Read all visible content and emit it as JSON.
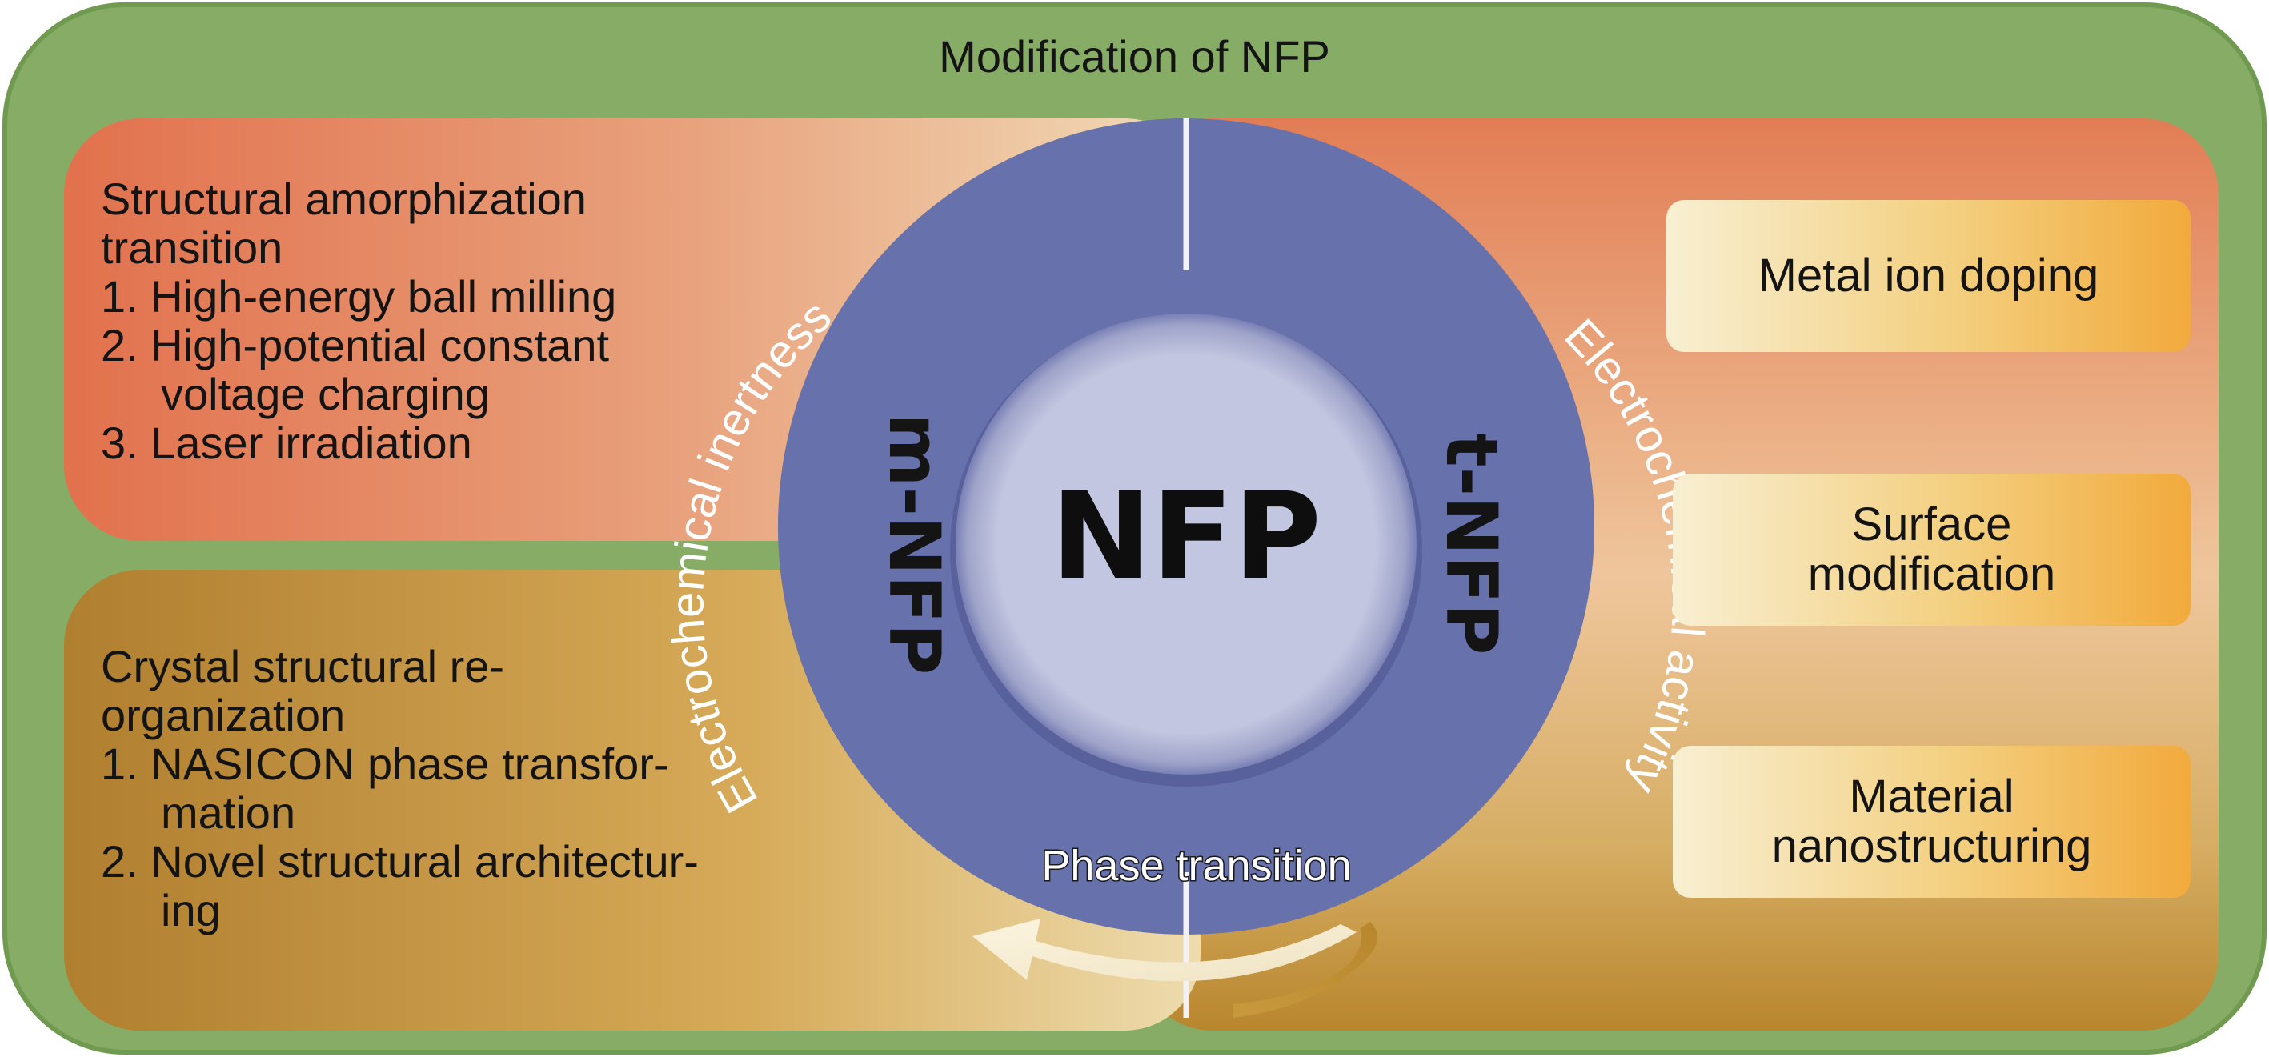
{
  "title": "Modification of NFP",
  "left_top": {
    "heading": [
      "Structural amorphization",
      "transition"
    ],
    "items": [
      "1. High-energy ball milling",
      "2. High-potential constant",
      "voltage charging",
      "3. Laser irradiation"
    ]
  },
  "left_bottom": {
    "heading": [
      "Crystal structural re-",
      "organization"
    ],
    "items": [
      "1. NASICON phase transfor-",
      "mation",
      "2. Novel structural architectur-",
      "ing"
    ]
  },
  "circle": {
    "center": "NFP",
    "left_phase": "m-NFP",
    "right_phase": "t-NFP",
    "left_arc": "Electrochemical inertness",
    "right_arc": "Electrochemical activity",
    "bottom": "Phase transition"
  },
  "right_boxes": [
    {
      "lines": [
        "Metal ion doping"
      ]
    },
    {
      "lines": [
        "Surface",
        "modification"
      ]
    },
    {
      "lines": [
        "Material",
        "nanostructuring"
      ]
    }
  ],
  "colors": {
    "outer_green": "#86ac66",
    "green_border": "#6f9a4f",
    "ring_blue": "#6771ab",
    "inner_disc": "#c3c6e0",
    "orange": "#e27d55",
    "gold": "#b8862d",
    "box_light": "#f8efd2",
    "box_orange": "#f2aa3c"
  }
}
